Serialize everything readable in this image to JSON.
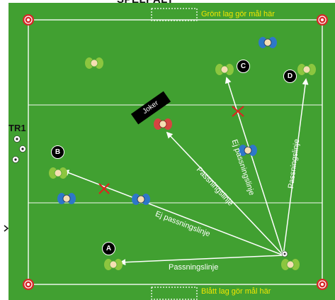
{
  "header": {
    "title": "SPELFÄLT"
  },
  "goals": {
    "top": "Grönt lag gör mål här",
    "bottom": "Blått lag gör mål här"
  },
  "station": {
    "label": "TR1"
  },
  "joker": {
    "label": "Joker"
  },
  "markers": {
    "a": "A",
    "b": "B",
    "c": "C",
    "d": "D"
  },
  "pass_labels": {
    "line1": "Passningslinje",
    "line2": "Ej passningslinje",
    "line3": "Passningslinje",
    "line4": "Ej passningslinje",
    "line5": "Passningslinje"
  },
  "colors": {
    "field": "#3d9b2e",
    "lines": "#ffffff",
    "goal_text": "#f2e600",
    "team_green": "#8cc63f",
    "team_blue": "#2e77c9",
    "joker": "#d64541",
    "cross": "#e02020"
  }
}
